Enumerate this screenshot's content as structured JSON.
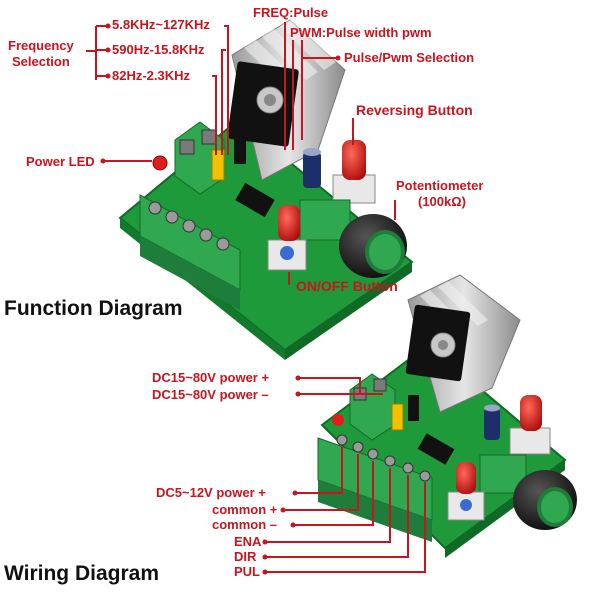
{
  "function_diagram": {
    "heading": "Function Diagram",
    "frequency_selection": "Frequency\nSelection",
    "freq_high": "5.8KHz~127KHz",
    "freq_mid": "590Hz-15.8KHz",
    "freq_low": "82Hz-2.3KHz",
    "freq_pulse": "FREQ:Pulse",
    "pwm_width": "PWM:Pulse width pwm",
    "pulse_pwm_selection": "Pulse/Pwm Selection",
    "reversing_button": "Reversing Button",
    "power_led": "Power LED",
    "potentiometer": "Potentiometer",
    "pot_value": "(100kΩ)",
    "on_off_button": "ON/OFF Button"
  },
  "wiring_diagram": {
    "heading": "Wiring Diagram",
    "power_plus": "DC15~80V power +",
    "power_minus": "DC15~80V power –",
    "logic_power_plus": "DC5~12V power +",
    "common_plus": "common +",
    "common_minus": "common –",
    "ena": "ENA",
    "dir": "DIR",
    "pul": "PUL"
  },
  "colors": {
    "label_red": "#c8141e",
    "pcb_green": "#1f9a3a",
    "terminal_green": "#2fa84f",
    "knob_black": "#1a1a1a",
    "heatsink_silver": "#c8c8c8",
    "button_red": "#e01e1e",
    "jumper_yellow": "#f2c200"
  }
}
